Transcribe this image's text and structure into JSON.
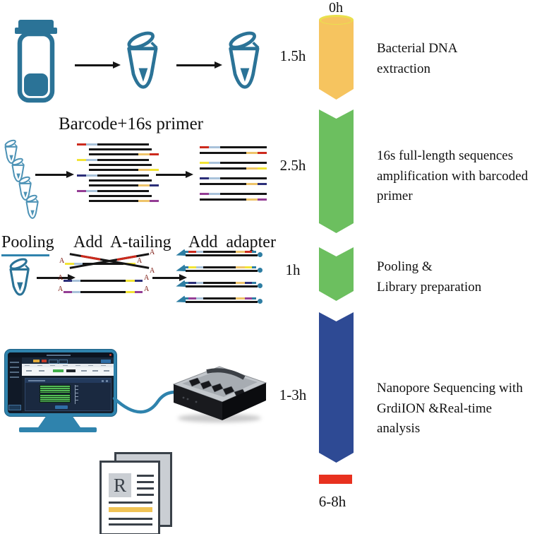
{
  "timeline": {
    "start": "0h",
    "end": "6-8h",
    "colors": {
      "extraction": "#f6c45f",
      "extraction_rim": "#e9e04e",
      "amplification": "#6cbf5f",
      "sequencing": "#2e4a94",
      "end_bar": "#e8311f"
    },
    "durations": {
      "extraction": "1.5h",
      "amplification": "2.5h",
      "library": "1h",
      "sequencing": "1-3h"
    }
  },
  "step_labels": {
    "extraction": "Bacterial DNA\nextraction",
    "amplification": "16s full-length  sequences\namplification with barcoded\nprimer",
    "library": "Pooling &\nLibrary preparation",
    "sequencing": "Nanopore Sequencing with\nGrdiION &Real-time\nanalysis"
  },
  "workflow": {
    "row2_title": "Barcode+16s primer",
    "pooling_label": "Pooling",
    "atailing_label": "Add  A-tailing",
    "adapter_label": "Add  adapter",
    "atail_marker": "A",
    "report_letter": "R"
  },
  "fragments": {
    "barcode_colors": [
      "#cc2a1d",
      "#f2e435",
      "#2b2e78",
      "#943d94"
    ],
    "primer_color": "#a9c2da",
    "tail_color": "#eec46a",
    "strand_color": "#151515",
    "adapter_color": "#2e7ea3",
    "atail_letter_color": "#7c1a12"
  },
  "palette": {
    "tube_dark": "#2b7397",
    "tube_light": "#4e93b6",
    "teal": "#2f83ad"
  }
}
